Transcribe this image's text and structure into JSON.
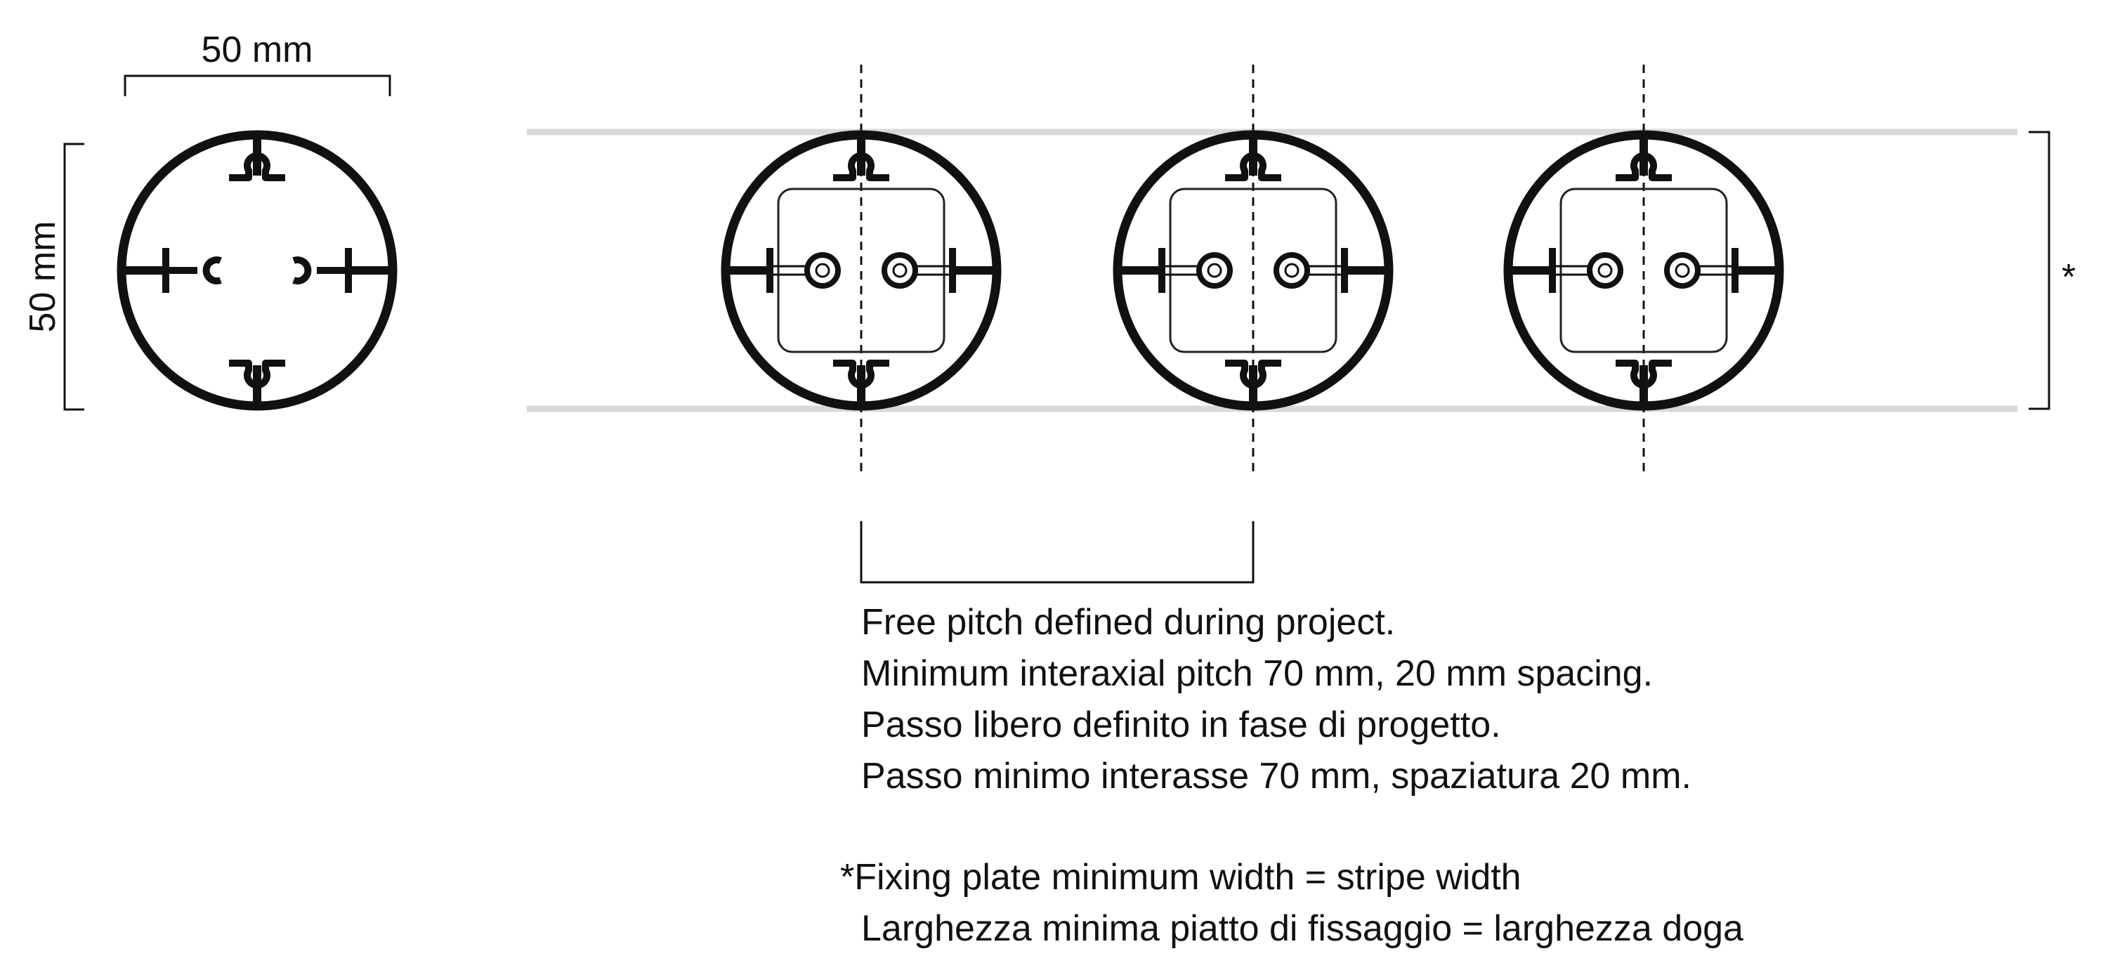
{
  "dimensions": {
    "width_label": "50 mm",
    "height_label": "50 mm",
    "stripe_marker": "*"
  },
  "notes": {
    "lines": [
      "Free pitch defined during project.",
      "Minimum interaxial pitch 70 mm, 20 mm spacing.",
      "Passo libero definito in fase di progetto.",
      "Passo minimo interasse 70 mm, spaziatura 20 mm."
    ]
  },
  "footnote": {
    "marker": "*",
    "line_en": "Fixing plate minimum width = stripe width",
    "line_it": "Larghezza minima piatto di fissaggio = larghezza doga"
  },
  "colors": {
    "ink": "#111111",
    "stripe": "#d9d9d9",
    "plate": "#222222"
  }
}
